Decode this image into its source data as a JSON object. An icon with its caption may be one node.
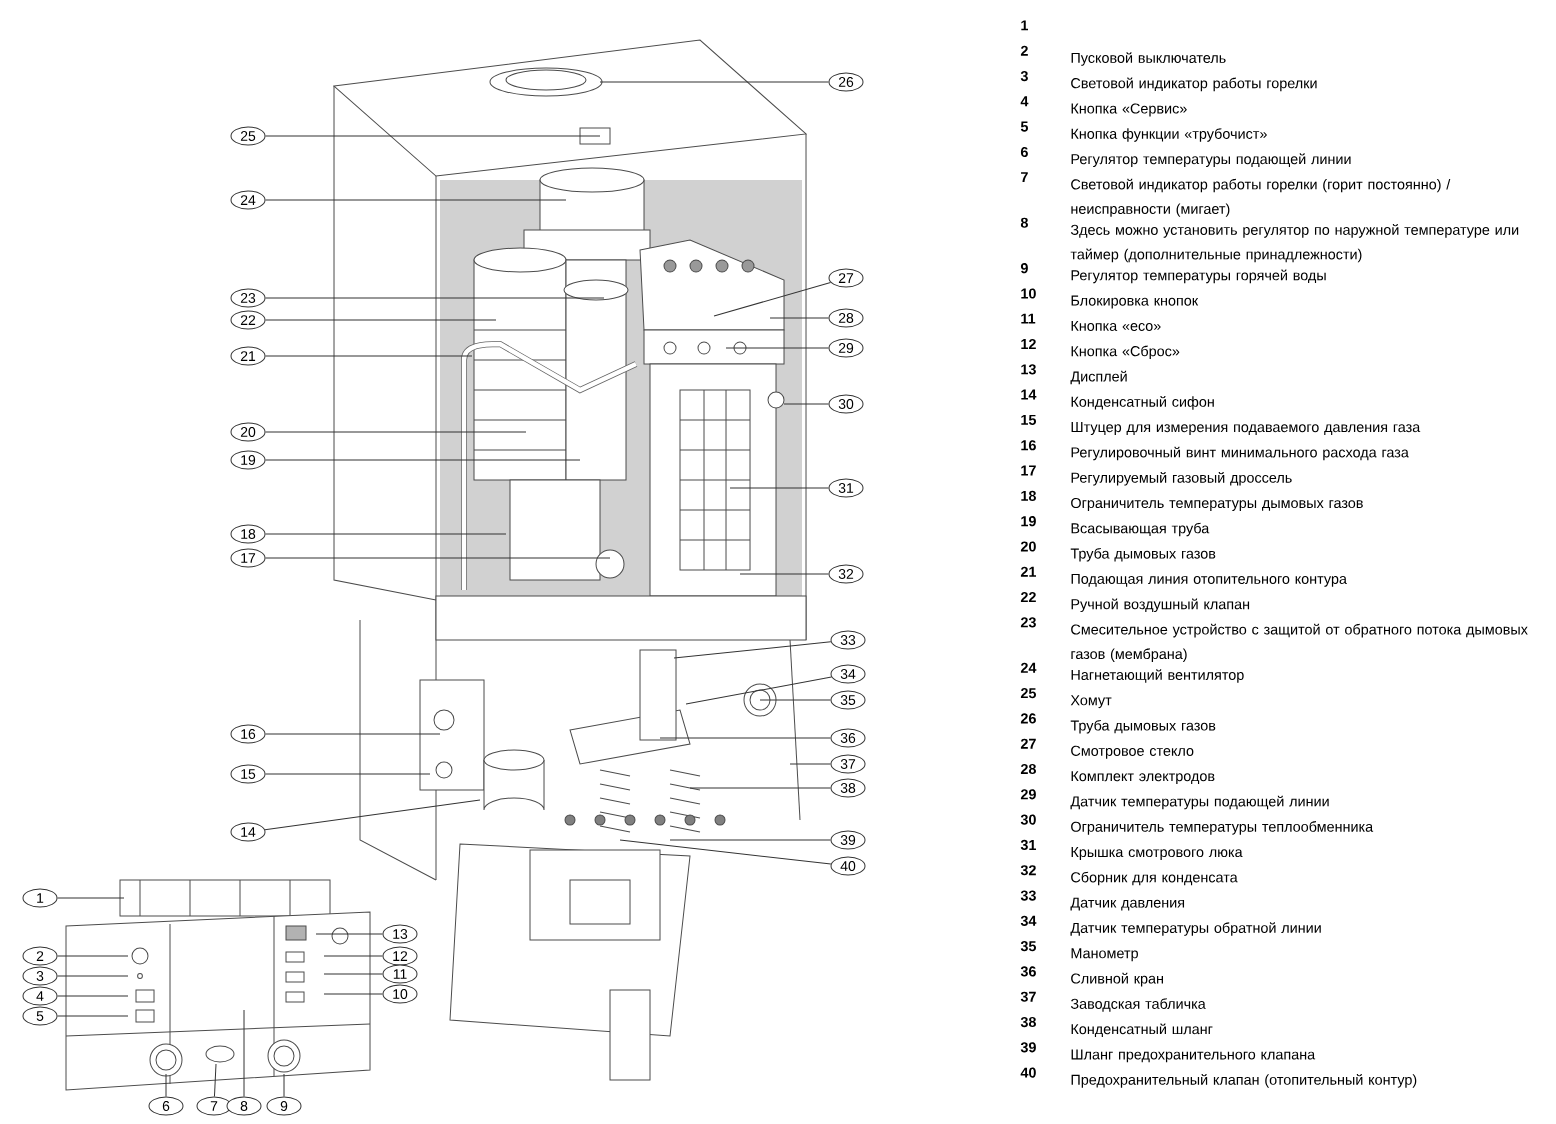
{
  "diagram": {
    "nodes": [
      {
        "text": [
          "26"
        ]
      },
      {
        "text": [
          "25"
        ]
      },
      {
        "text": [
          "24"
        ]
      },
      {
        "text": [
          "27"
        ]
      },
      {
        "text": [
          "23"
        ]
      },
      {
        "text": [
          "22"
        ]
      },
      {
        "text": [
          "28"
        ]
      },
      {
        "text": [
          "29"
        ]
      },
      {
        "text": [
          "21"
        ]
      },
      {
        "text": [
          "30"
        ]
      },
      {
        "text": [
          "20"
        ]
      },
      {
        "text": [
          "19"
        ]
      },
      {
        "text": [
          "31"
        ]
      },
      {
        "text": [
          "18"
        ]
      },
      {
        "text": [
          "17"
        ]
      },
      {
        "text": [
          "32"
        ]
      },
      {
        "text": [
          "33"
        ]
      },
      {
        "text": [
          "34"
        ]
      },
      {
        "text": [
          "35"
        ]
      },
      {
        "text": [
          "16"
        ]
      },
      {
        "text": [
          "36"
        ]
      },
      {
        "text": [
          "37"
        ]
      },
      {
        "text": [
          "15"
        ]
      },
      {
        "text": [
          "38"
        ]
      },
      {
        "text": [
          "14"
        ]
      },
      {
        "text": [
          "39"
        ]
      },
      {
        "text": [
          "40"
        ]
      },
      {
        "text": [
          "1"
        ]
      },
      {
        "text": [
          "13"
        ]
      },
      {
        "text": [
          "2"
        ]
      },
      {
        "text": [
          "12"
        ]
      },
      {
        "text": [
          "11"
        ]
      },
      {
        "text": [
          "3"
        ]
      },
      {
        "text": [
          "10"
        ]
      },
      {
        "text": [
          "4"
        ]
      },
      {
        "text": [
          "5"
        ]
      },
      {
        "text": [
          "6"
        ]
      },
      {
        "text": [
          "7"
        ]
      },
      {
        "text": [
          "8"
        ]
      },
      {
        "text": [
          "9"
        ]
      }
    ],
    "edges": [
      {
        "from": 0,
        "to": null,
        "arrow": "none"
      },
      {
        "from": 1,
        "to": null,
        "arrow": "none"
      },
      {
        "from": 2,
        "to": null,
        "arrow": "none"
      },
      {
        "from": 3,
        "to": null,
        "arrow": "none"
      },
      {
        "from": 4,
        "to": null,
        "arrow": "none"
      },
      {
        "from": 5,
        "to": null,
        "arrow": "none"
      },
      {
        "from": 6,
        "to": null,
        "arrow": "none"
      },
      {
        "from": 7,
        "to": null,
        "arrow": "none"
      },
      {
        "from": 8,
        "to": null,
        "arrow": "none"
      },
      {
        "from": 9,
        "to": null,
        "arrow": "none"
      },
      {
        "from": 10,
        "to": null,
        "arrow": "none"
      },
      {
        "from": 11,
        "to": null,
        "arrow": "none"
      },
      {
        "from": 12,
        "to": null,
        "arrow": "none"
      },
      {
        "from": 13,
        "to": null,
        "arrow": "none"
      },
      {
        "from": 14,
        "to": null,
        "arrow": "none"
      },
      {
        "from": 15,
        "to": null,
        "arrow": "none"
      },
      {
        "from": 16,
        "to": null,
        "arrow": "none"
      },
      {
        "from": 17,
        "to": null,
        "arrow": "none"
      },
      {
        "from": 18,
        "to": null,
        "arrow": "none"
      },
      {
        "from": 19,
        "to": null,
        "arrow": "none"
      },
      {
        "from": 20,
        "to": null,
        "arrow": "none"
      },
      {
        "from": 21,
        "to": null,
        "arrow": "none"
      },
      {
        "from": 22,
        "to": null,
        "arrow": "none"
      },
      {
        "from": 23,
        "to": null,
        "arrow": "none"
      },
      {
        "from": 24,
        "to": null,
        "arrow": "none"
      },
      {
        "from": 25,
        "to": null,
        "arrow": "none"
      },
      {
        "from": 26,
        "to": null,
        "arrow": "none"
      },
      {
        "from": 27,
        "to": null,
        "arrow": "none"
      },
      {
        "from": 28,
        "to": null,
        "arrow": "none"
      },
      {
        "from": 29,
        "to": null,
        "arrow": "none"
      },
      {
        "from": 30,
        "to": null,
        "arrow": "none"
      },
      {
        "from": 31,
        "to": null,
        "arrow": "none"
      },
      {
        "from": 32,
        "to": null,
        "arrow": "none"
      },
      {
        "from": 33,
        "to": null,
        "arrow": "none"
      },
      {
        "from": 34,
        "to": null,
        "arrow": "none"
      },
      {
        "from": 35,
        "to": null,
        "arrow": "none"
      },
      {
        "from": 36,
        "to": null,
        "arrow": "none"
      },
      {
        "from": 37,
        "to": null,
        "arrow": "none"
      },
      {
        "from": 38,
        "to": null,
        "arrow": "none"
      },
      {
        "from": 39,
        "to": null,
        "arrow": "none"
      }
    ],
    "labels": [
      "1",
      "2",
      "Пусковой выключатель",
      "3",
      "Световой индикатор работы горелки",
      "4",
      "Кнопка «Сервис»",
      "5",
      "Кнопка функции «трубочист»",
      "6",
      "Регулятор температуры подающей линии",
      "7",
      "Световой индикатор работы горелки (горит постоянно) / неисправности (мигает)",
      "8",
      "Здесь можно установить регулятор по наружной температуре или таймер (дополнительные принадлежности)",
      "9",
      "Регулятор температуры горячей воды",
      "10",
      "Блокировка кнопок",
      "11",
      "Кнопка «eco»",
      "12",
      "Кнопка «Сброс»",
      "13",
      "Дисплей",
      "14",
      "Конденсатный сифон",
      "15",
      "Штуцер для измерения подаваемого давления газа",
      "16",
      "Регулировочный винт минимального расхода газа",
      "17",
      "Регулируемый газовый дроссель",
      "18",
      "Ограничитель температуры дымовых газов",
      "19",
      "Всасывающая труба",
      "20",
      "Труба дымовых газов",
      "21",
      "Подающая линия отопительного контура",
      "22",
      "Ручной воздушный клапан",
      "23",
      "Смесительное устройство с защитой от обратного потока дымовых газов (мембрана)",
      "24",
      "Нагнетающий вентилятор",
      "25",
      "Хомут",
      "26",
      "Труба дымовых газов",
      "27",
      "Смотровое стекло",
      "28",
      "Комплект электродов",
      "29",
      "Датчик температуры подающей линии",
      "30",
      "Ограничитель температуры теплообменника",
      "31",
      "Крышка смотрового люка",
      "32",
      "Сборник для конденсата",
      "33",
      "Датчик давления",
      "34",
      "Датчик температуры обратной линии",
      "35",
      "Манометр",
      "36",
      "Сливной кран",
      "37",
      "Заводская табличка",
      "38",
      "Конденсатный шланг",
      "39",
      "Шланг предохранительного клапана",
      "40",
      "Предохранительный клапан (отопительный контур)"
    ]
  }
}
